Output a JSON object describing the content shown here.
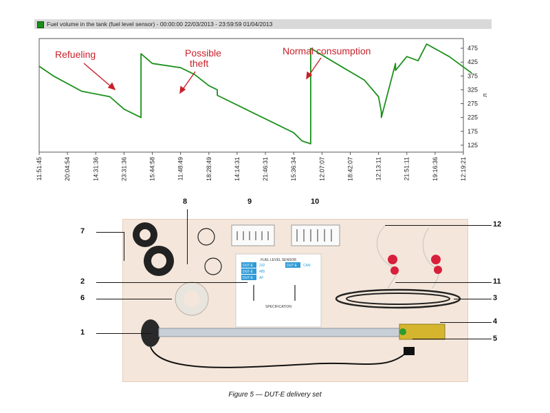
{
  "chart_data": {
    "type": "line",
    "title": "Fuel volume in the tank (fuel level sensor) - 00:00:00 22/03/2013 - 23:59:59 01/04/2013",
    "ylabel": "л",
    "xlabel": "",
    "ylim": [
      100,
      510
    ],
    "y_ticks": [
      125,
      175,
      225,
      275,
      325,
      375,
      425,
      475
    ],
    "x_tick_labels": [
      "11:51:45",
      "20:04:54",
      "14:31:36",
      "23:31:36",
      "15:44:58",
      "11:48:49",
      "18:28:49",
      "14:14:31",
      "21:46:31",
      "15:36:34",
      "12:07:07",
      "18:42:07",
      "12:13:11",
      "21:51:11",
      "19:16:36",
      "12:19:21"
    ],
    "grid": false,
    "legend": "top-left",
    "series_color": "#1a8f1a",
    "series": [
      {
        "x": [
          0,
          0.5,
          1.5,
          2.5,
          3.0,
          3.6,
          3.6,
          4.0,
          5.0,
          5.5,
          6.0,
          6.3,
          6.3,
          7.0,
          8.0,
          9.0,
          9.3,
          9.6,
          9.6,
          10.5,
          11.5,
          12.0,
          12.1,
          12.1,
          12.6,
          12.6,
          13.0,
          13.4,
          13.7,
          14.5,
          15.3
        ],
        "values": [
          410,
          375,
          320,
          300,
          255,
          225,
          455,
          420,
          405,
          380,
          340,
          325,
          305,
          270,
          220,
          170,
          140,
          130,
          475,
          420,
          360,
          300,
          245,
          225,
          420,
          395,
          445,
          430,
          490,
          445,
          385
        ]
      }
    ],
    "annotations": [
      {
        "text": "Refueling",
        "color": "#c8202a"
      },
      {
        "text": "Possible",
        "color": "#c8202a"
      },
      {
        "text": "theft",
        "color": "#c8202a"
      },
      {
        "text": "Normal consumption",
        "color": "#c8202a"
      }
    ]
  },
  "figure": {
    "callout_numbers": [
      "1",
      "2",
      "3",
      "4",
      "5",
      "6",
      "7",
      "8",
      "9",
      "10",
      "11",
      "12"
    ],
    "sheet_title": "FUEL LEVEL SENSOR",
    "model_labels": [
      "DUT-E",
      "DUT-E",
      "DUT-E",
      "DUT-E"
    ],
    "model_values": [
      "232",
      "485",
      "AF",
      "CAN"
    ],
    "sheet_subtitle": "SPECIFICATION"
  },
  "caption": "Figure 5 — DUT-E delivery set"
}
